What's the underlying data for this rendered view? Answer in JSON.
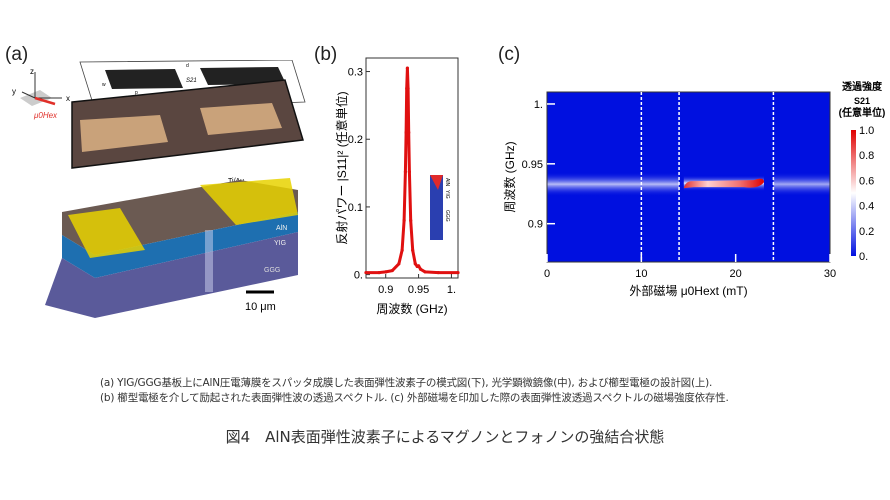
{
  "panels": {
    "a": {
      "label": "(a)",
      "axes": {
        "x": "x",
        "y": "y",
        "z": "z"
      },
      "field_label": "μ0Hex",
      "design_labels": {
        "w": "w",
        "p": "p",
        "d": "d",
        "s21": "S21"
      },
      "layer_labels": {
        "electrode": "Ti/Au",
        "aln": "AlN",
        "yig": "YIG",
        "ggg": "GGG"
      },
      "scale_bar": "10 μm",
      "colors": {
        "gold": "#e8d200",
        "aln": "#7a6a5e",
        "yig": "#1e6fb0",
        "ggg": "#5a5a9a",
        "field": "#e0302a"
      }
    },
    "b": {
      "label": "(b)",
      "inset_labels": {
        "aln": "AlN",
        "yig": "YIG",
        "ggg": "GGG"
      }
    },
    "c": {
      "label": "(c)",
      "colorbar_title": [
        "透過強度",
        "S21",
        "(任意単位)"
      ],
      "colorbar_ticks": [
        "1.0",
        "0.8",
        "0.6",
        "0.4",
        "0.2",
        "0."
      ]
    }
  },
  "chart_data": [
    {
      "type": "line",
      "panel": "b",
      "xlabel": "周波数 (GHz)",
      "ylabel": "反射パワー |S11|² (任意単位)",
      "xlim": [
        0.87,
        1.01
      ],
      "ylim": [
        -0.005,
        0.32
      ],
      "xticks": [
        "0.9",
        "0.95",
        "1."
      ],
      "yticks": [
        "0.",
        "0.1",
        "0.2",
        "0.3"
      ],
      "series": [
        {
          "name": "reflection",
          "color": "#e01010",
          "x": [
            0.87,
            0.89,
            0.9,
            0.91,
            0.92,
            0.925,
            0.928,
            0.93,
            0.931,
            0.932,
            0.933,
            0.934,
            0.935,
            0.936,
            0.938,
            0.941,
            0.945,
            0.948,
            0.95,
            0.953,
            0.96,
            0.98,
            1.01
          ],
          "y": [
            0.003,
            0.003,
            0.004,
            0.006,
            0.016,
            0.036,
            0.08,
            0.152,
            0.21,
            0.275,
            0.305,
            0.275,
            0.21,
            0.152,
            0.08,
            0.036,
            0.016,
            0.012,
            0.013,
            0.008,
            0.004,
            0.003,
            0.003
          ]
        }
      ]
    },
    {
      "type": "heatmap",
      "panel": "c",
      "xlabel": "外部磁場 μ0Hext (mT)",
      "ylabel": "周波数 (GHz)",
      "xlim": [
        0,
        30
      ],
      "ylim": [
        0.868,
        1.01
      ],
      "xticks": [
        "0",
        "10",
        "20",
        "30"
      ],
      "yticks": [
        "0.9",
        "0.95",
        "1."
      ],
      "colorscale": {
        "min": 0,
        "max": 1,
        "colors": [
          "#0010e0",
          "#ffffff",
          "#e00000"
        ]
      },
      "dashed_lines_mT": [
        10,
        14,
        24
      ],
      "bands": [
        {
          "field_range": [
            0,
            14
          ],
          "frequency": 0.933,
          "intensity": 0.45
        },
        {
          "field_range": [
            14.5,
            23
          ],
          "frequency": 0.933,
          "intensity": 0.85
        },
        {
          "field_range": [
            24,
            30
          ],
          "frequency": 0.933,
          "intensity": 0.4
        }
      ]
    }
  ],
  "caption": {
    "line1": "(a) YIG/GGG基板上にAlN圧電薄膜をスパッタ成膜した表面弾性波素子の模式図(下), 光学顕微鏡像(中), および櫛型電極の設計図(上).",
    "line2": "(b) 櫛型電極を介して励起された表面弾性波の透過スペクトル. (c) 外部磁場を印加した際の表面弾性波透過スペクトルの磁場強度依存性."
  },
  "figure_title": "図4　AlN表面弾性波素子によるマグノンとフォノンの強結合状態"
}
